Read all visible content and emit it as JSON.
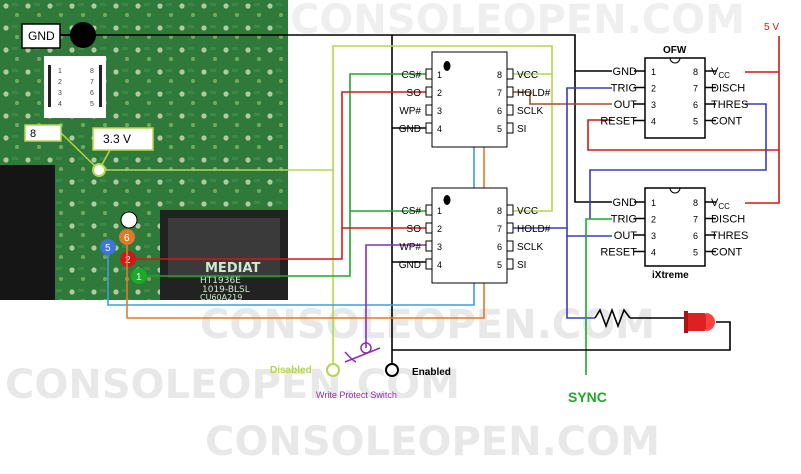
{
  "watermark": "CONSOLEOPEN.COM",
  "pcb": {
    "gnd_label": "GND",
    "pin8_label": "8",
    "voltage_label": "3.3 V",
    "pad_numbers": [
      "6",
      "5",
      "2",
      "1"
    ],
    "chip_mark": "MEDIAT",
    "chip_line2": "HT1936E",
    "chip_line3": "1019-BLSL",
    "chip_line4": "CU60A219"
  },
  "flash_top": {
    "left_pins": [
      {
        "num": "1",
        "name": "CS#"
      },
      {
        "num": "2",
        "name": "SO"
      },
      {
        "num": "3",
        "name": "WP#"
      },
      {
        "num": "4",
        "name": "GND"
      }
    ],
    "right_pins": [
      {
        "num": "8",
        "name": "VCC"
      },
      {
        "num": "7",
        "name": "HOLD#"
      },
      {
        "num": "6",
        "name": "SCLK"
      },
      {
        "num": "5",
        "name": "SI"
      }
    ]
  },
  "flash_bottom": {
    "left_pins": [
      {
        "num": "1",
        "name": "CS#"
      },
      {
        "num": "2",
        "name": "SO"
      },
      {
        "num": "3",
        "name": "WP#"
      },
      {
        "num": "4",
        "name": "GND"
      }
    ],
    "right_pins": [
      {
        "num": "8",
        "name": "VCC"
      },
      {
        "num": "7",
        "name": "HOLD#"
      },
      {
        "num": "6",
        "name": "SCLK"
      },
      {
        "num": "5",
        "name": "SI"
      }
    ]
  },
  "timer_ofw": {
    "title": "OFW",
    "left_pins": [
      {
        "num": "1",
        "name": "GND"
      },
      {
        "num": "2",
        "name": "TRIG"
      },
      {
        "num": "3",
        "name": "OUT"
      },
      {
        "num": "4",
        "name": "RESET"
      }
    ],
    "right_pins": [
      {
        "num": "8",
        "name": "V",
        "sub": "CC"
      },
      {
        "num": "7",
        "name": "DISCH"
      },
      {
        "num": "6",
        "name": "THRES"
      },
      {
        "num": "5",
        "name": "CONT"
      }
    ]
  },
  "timer_ixtreme": {
    "title": "iXtreme",
    "left_pins": [
      {
        "num": "1",
        "name": "GND"
      },
      {
        "num": "2",
        "name": "TRIG"
      },
      {
        "num": "3",
        "name": "OUT"
      },
      {
        "num": "4",
        "name": "RESET"
      }
    ],
    "right_pins": [
      {
        "num": "8",
        "name": "V",
        "sub": "CC"
      },
      {
        "num": "7",
        "name": "DISCH"
      },
      {
        "num": "6",
        "name": "THRES"
      },
      {
        "num": "5",
        "name": "CONT"
      }
    ]
  },
  "labels": {
    "five_volt": "5 V",
    "disabled": "Disabled",
    "enabled": "Enabled",
    "write_protect": "Write Protect Switch",
    "sync": "SYNC"
  },
  "colors": {
    "red": "#d01818",
    "blue": "#3c3cb8",
    "green": "#1fa82a",
    "orange": "#e07a2a",
    "purple": "#8b2fb3",
    "brown": "#a0522d",
    "yellowgreen": "#b5d64a",
    "lightblue": "#3aa0d8",
    "black": "#000000"
  }
}
